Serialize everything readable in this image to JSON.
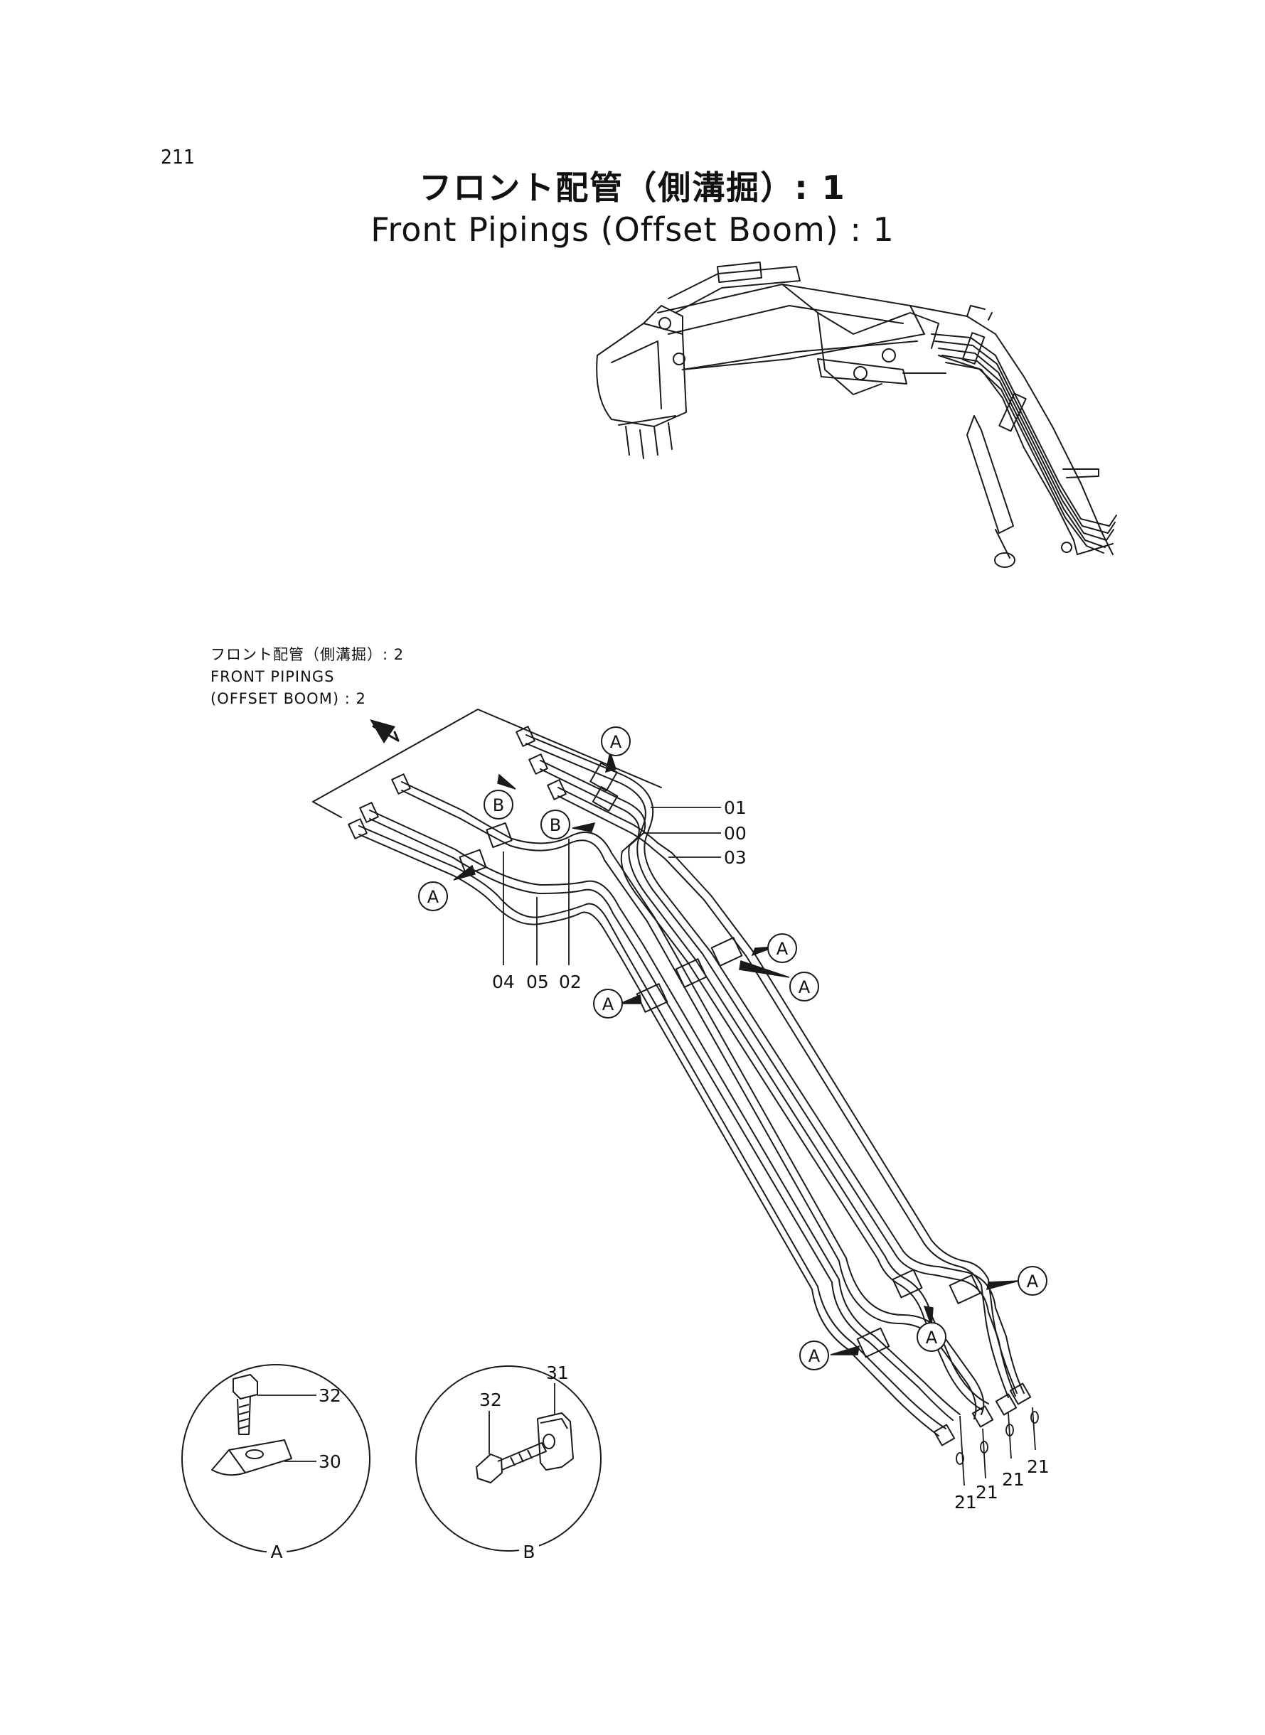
{
  "page_number": "211",
  "title_jp": "フロント配管（側溝掘）: 1",
  "title_en": "Front Pipings (Offset Boom) : 1",
  "reference": {
    "line1": "フロント配管（側溝掘）: 2",
    "line2": "FRONT PIPINGS",
    "line3": "(OFFSET BOOM) : 2"
  },
  "part_labels": {
    "p01": "01",
    "p00": "00",
    "p03": "03",
    "p04": "04",
    "p05": "05",
    "p02": "02",
    "p21a": "21",
    "p21b": "21",
    "p21c": "21",
    "p21d": "21",
    "p32a": "32",
    "p30": "30",
    "p31": "31",
    "p32b": "32"
  },
  "callouts": {
    "A": "A",
    "B": "B"
  },
  "detail_labels": {
    "detail_a": "A",
    "detail_b": "B"
  }
}
